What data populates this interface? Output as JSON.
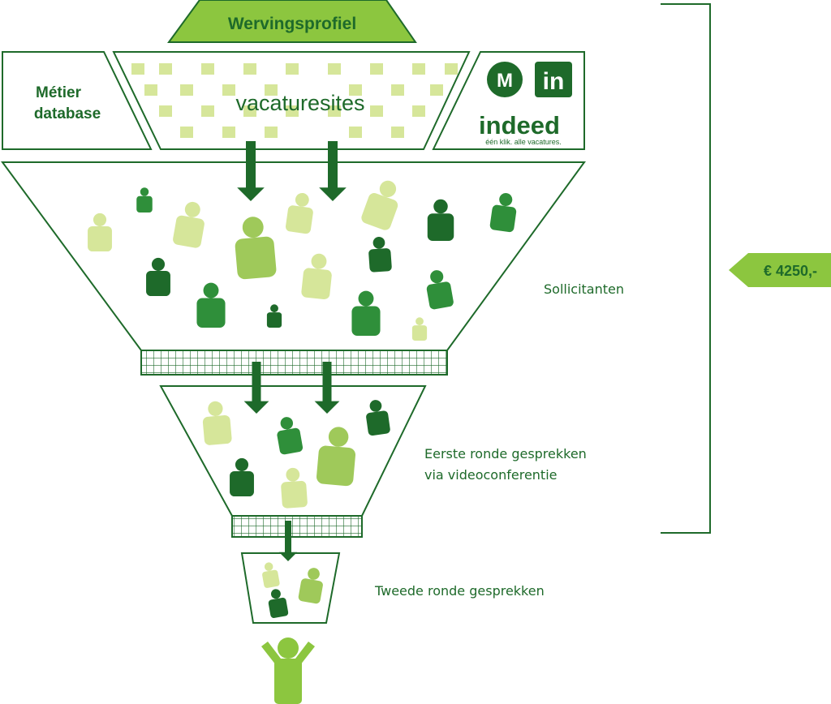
{
  "header": {
    "title": "Wervingsprofiel"
  },
  "sources": {
    "left_box": {
      "line1": "Métier",
      "line2": "database"
    },
    "center_box": {
      "label": "vacaturesites"
    },
    "right_box": {
      "logo_m": "M",
      "logo_linkedin": "in",
      "logo_indeed": "indeed",
      "indeed_tagline": "één klik. alle vacatures."
    }
  },
  "stages": [
    {
      "line1": "Sollicitanten",
      "line2": ""
    },
    {
      "line1": "Eerste ronde gesprekken",
      "line2": "via videoconferentie"
    },
    {
      "line1": "Tweede ronde gesprekken",
      "line2": ""
    }
  ],
  "price": {
    "label": "€ 4250,-"
  },
  "colors": {
    "dark_green": "#1e6a2a",
    "mid_green": "#2f8f3a",
    "light_green": "#9fc95a",
    "pale_green": "#d6e69a",
    "accent_green": "#8cc63f"
  }
}
